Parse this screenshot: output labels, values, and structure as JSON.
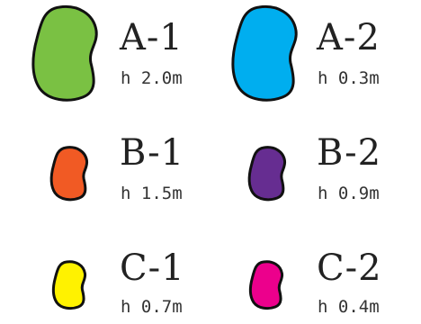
{
  "beans": [
    {
      "label": "A-1",
      "height": "h 2.0m",
      "color": "#7ac143"
    },
    {
      "label": "A-2",
      "height": "h 0.3m",
      "color": "#00aeef"
    },
    {
      "label": "B-1",
      "height": "h 1.5m",
      "color": "#f15a24"
    },
    {
      "label": "B-2",
      "height": "h 0.9m",
      "color": "#662d91"
    },
    {
      "label": "C-1",
      "height": "h 0.7m",
      "color": "#fff200"
    },
    {
      "label": "C-2",
      "height": "h 0.4m",
      "color": "#ec008c"
    }
  ]
}
